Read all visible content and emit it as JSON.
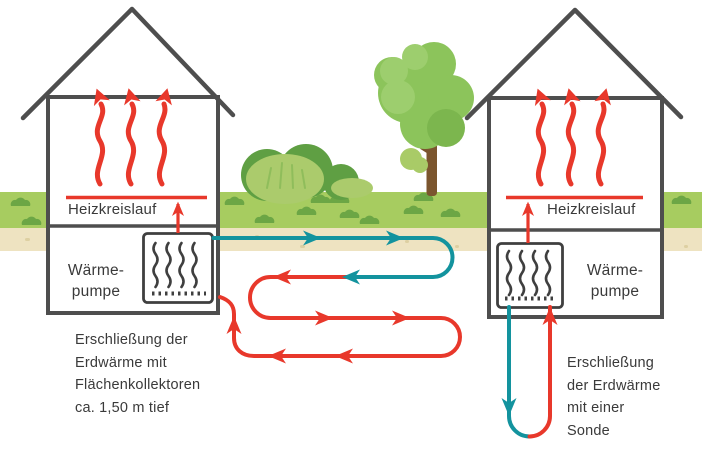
{
  "scene": {
    "left_house": {
      "heating_circuit_label": "Heizkreislauf",
      "heat_pump_label": "Wärme-\npumpe",
      "caption": "Erschließung der\nErdwärme mit\nFlächenkollektoren\nca. 1,50 m tief"
    },
    "right_house": {
      "heating_circuit_label": "Heizkreislauf",
      "heat_pump_label": "Wärme-\npumpe",
      "caption": "Erschließung\nder Erdwärme\nmit einer\nSonde"
    },
    "colors": {
      "warm_flow_red": "#e8382b",
      "cold_flow_teal": "#13939e",
      "house_outline": "#4e4e4e",
      "pump_outline": "#3f3f3f",
      "grass_green": "#a7cc60",
      "grass_tuft_green": "#6ca645",
      "bush_dark_green": "#5f9f43",
      "bush_light_green": "#abcb6c",
      "tree_green": "#8cc45b",
      "tree_highlight_green": "#9dce6e",
      "tree_shade_green": "#7cb64e",
      "tree_trunk_brown": "#7b552e",
      "soil_beige": "#eee3c1",
      "text": "#3a3a3a"
    },
    "icons": {
      "heat-wave-arrow-icon": "wavy red arrow rising (heat)",
      "heat-pump-unit-icon": "boxed radiator with wavy lines",
      "flow-arrow-icon": "solid triangular flow arrowhead",
      "tree-icon": "round deciduous tree",
      "bush-icon": "green shrubs",
      "grass-tuft-icon": "small grass clump"
    }
  }
}
